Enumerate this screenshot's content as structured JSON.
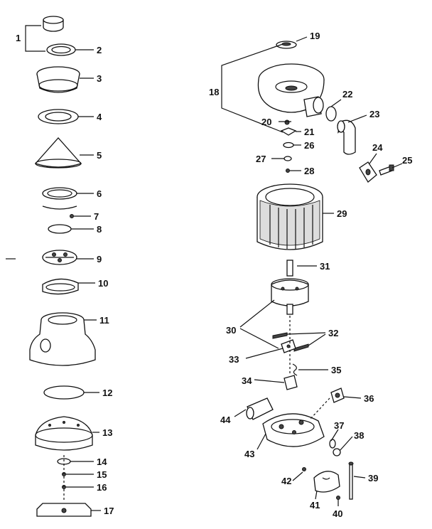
{
  "diagram": {
    "callouts": [
      "1",
      "2",
      "3",
      "4",
      "5",
      "6",
      "7",
      "8",
      "9",
      "10",
      "11",
      "12",
      "13",
      "14",
      "15",
      "16",
      "17",
      "18",
      "19",
      "20",
      "21",
      "22",
      "23",
      "24",
      "25",
      "26",
      "27",
      "28",
      "29",
      "30",
      "31",
      "32",
      "33",
      "34",
      "35",
      "36",
      "37",
      "38",
      "39",
      "40",
      "41",
      "42",
      "43",
      "44"
    ]
  },
  "colors": {
    "ink": "#111111",
    "paper": "#ffffff",
    "shade": "#bbbbbb"
  }
}
